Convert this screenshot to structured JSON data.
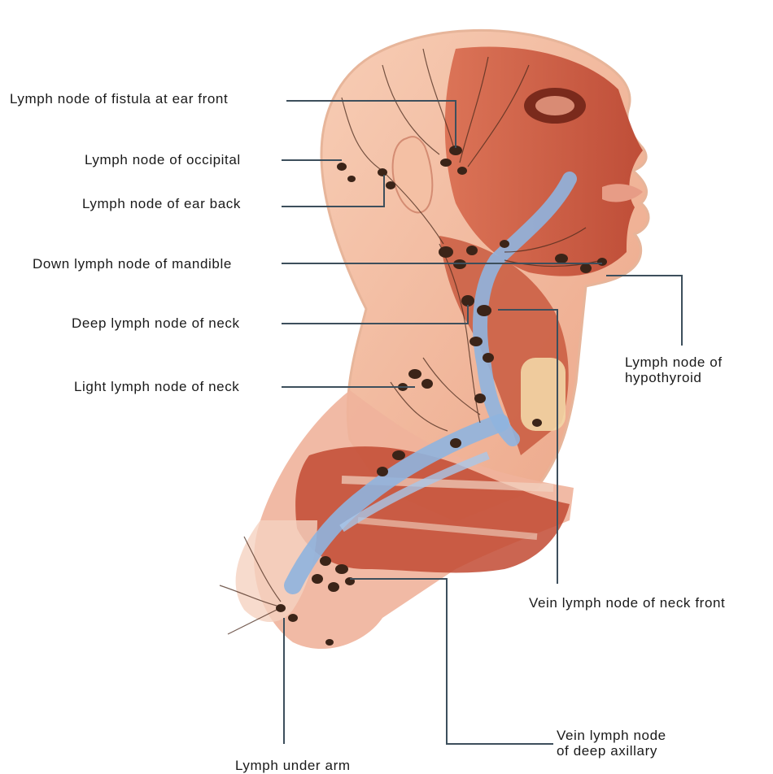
{
  "labels": {
    "fistula_ear_front": "Lymph node of fistula at ear front",
    "occipital": "Lymph node of occipital",
    "ear_back": "Lymph node of ear back",
    "down_mandible": "Down lymph node of mandible",
    "deep_neck": "Deep lymph node of neck",
    "light_neck": "Light lymph node of neck",
    "hypothyroid_line1": "Lymph node of",
    "hypothyroid_line2": "hypothyroid",
    "vein_neck_front": "Vein lymph node of neck front",
    "deep_axillary_line1": "Vein lymph node",
    "deep_axillary_line2": "of deep axillary",
    "under_arm": "Lymph under arm"
  },
  "colors": {
    "skin": "#f2b79a",
    "skin_light": "#fbe3d4",
    "muscle": "#c6533a",
    "muscle_dark": "#9c2f1f",
    "vein": "#8fb4df",
    "node": "#3b2418",
    "leader": "#3d4f5c"
  }
}
